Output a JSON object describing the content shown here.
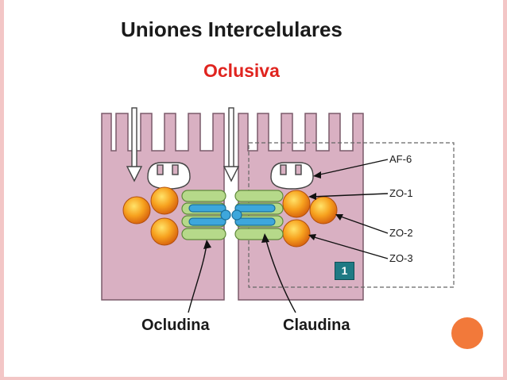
{
  "slide": {
    "title": "Uniones Intercelulares",
    "subtitle": "Oclusiva"
  },
  "diagram": {
    "proteins": {
      "af6": "AF-6",
      "zo1": "ZO-1",
      "zo2": "ZO-2",
      "zo3": "ZO-3"
    },
    "membrane_proteins": {
      "occludin": "Ocludina",
      "claudin": "Claudina"
    },
    "panel_number": "1"
  },
  "colors": {
    "title": "#1a1a1a",
    "subtitle": "#e0241f",
    "cell": "#d9b0c2",
    "microvilli": "#c896ad",
    "protein_green": "#b6d98a",
    "protein_blue": "#3ea7dc",
    "zo_orange": "#f39a1f",
    "badge": "#1f7a84",
    "accent_dot": "#f2793a"
  }
}
